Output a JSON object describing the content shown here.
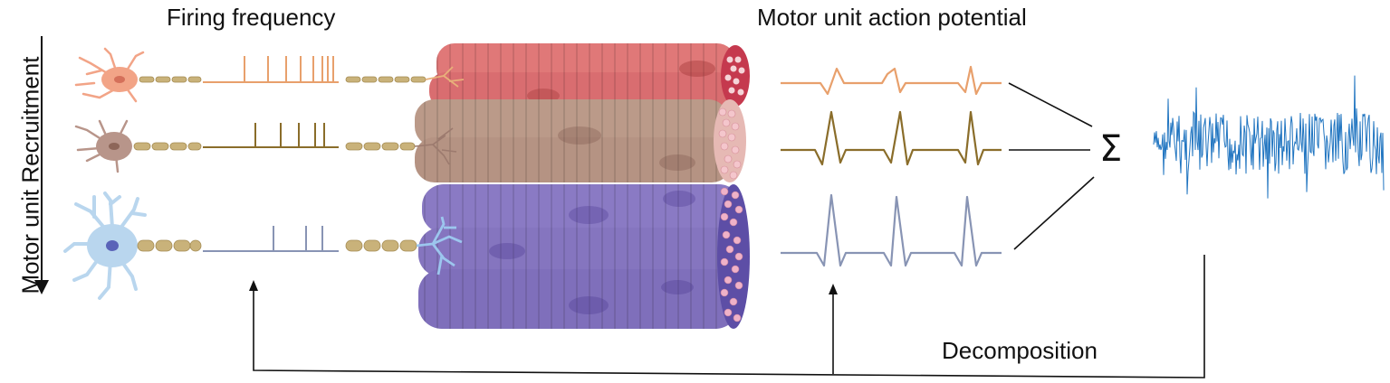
{
  "labels": {
    "firing_frequency": "Firing frequency",
    "muap": "Motor unit action potential",
    "recruitment": "Motor unit Recruitment",
    "decomposition": "Decomposition",
    "sum_symbol": "Σ"
  },
  "motor_units": [
    {
      "id": "small",
      "neuron_color": "#f2a487",
      "trace_color": "#e8a06c",
      "spike_count": 8,
      "muap_scale": "small"
    },
    {
      "id": "medium",
      "neuron_color": "#b8958a",
      "trace_color": "#8a6d2a",
      "spike_count": 5,
      "muap_scale": "medium"
    },
    {
      "id": "large",
      "neuron_color": "#b9d6ee",
      "trace_color": "#8894b4",
      "spike_count": 3,
      "muap_scale": "large"
    }
  ],
  "colors": {
    "muscle_red": "#e07878",
    "muscle_brown": "#bb9a89",
    "muscle_purple": "#8a7ac4",
    "axon": "#c9b27a",
    "emg_signal": "#1f74c0",
    "arrows": "#111111"
  }
}
